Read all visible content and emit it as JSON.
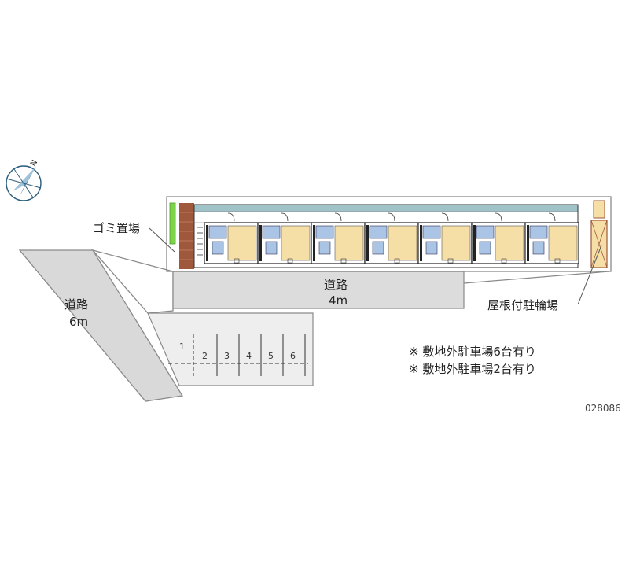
{
  "labels": {
    "garbage": "ゴミ置場",
    "road_main_name": "道路",
    "road_main_width": "4m",
    "road_side_name": "道路",
    "road_side_width": "6m",
    "bicycle": "屋根付駐輪場",
    "note1": "※ 敷地外駐車場6台有り",
    "note2": "※ 敷地外駐車場2台有り",
    "code": "028086"
  },
  "compass": {
    "north": "N",
    "icon": "compass-icon"
  },
  "parking": {
    "stalls": [
      "1",
      "2",
      "3",
      "4",
      "5",
      "6"
    ]
  },
  "building": {
    "unit_count": 7
  },
  "colors": {
    "road": "#dcdcdc",
    "building_floor": "#f6dfa7",
    "building_blue": "#a9c4e4",
    "garbage_green": "#7cd44a",
    "brick": "#a0583c",
    "teal": "#9fc3c7"
  }
}
